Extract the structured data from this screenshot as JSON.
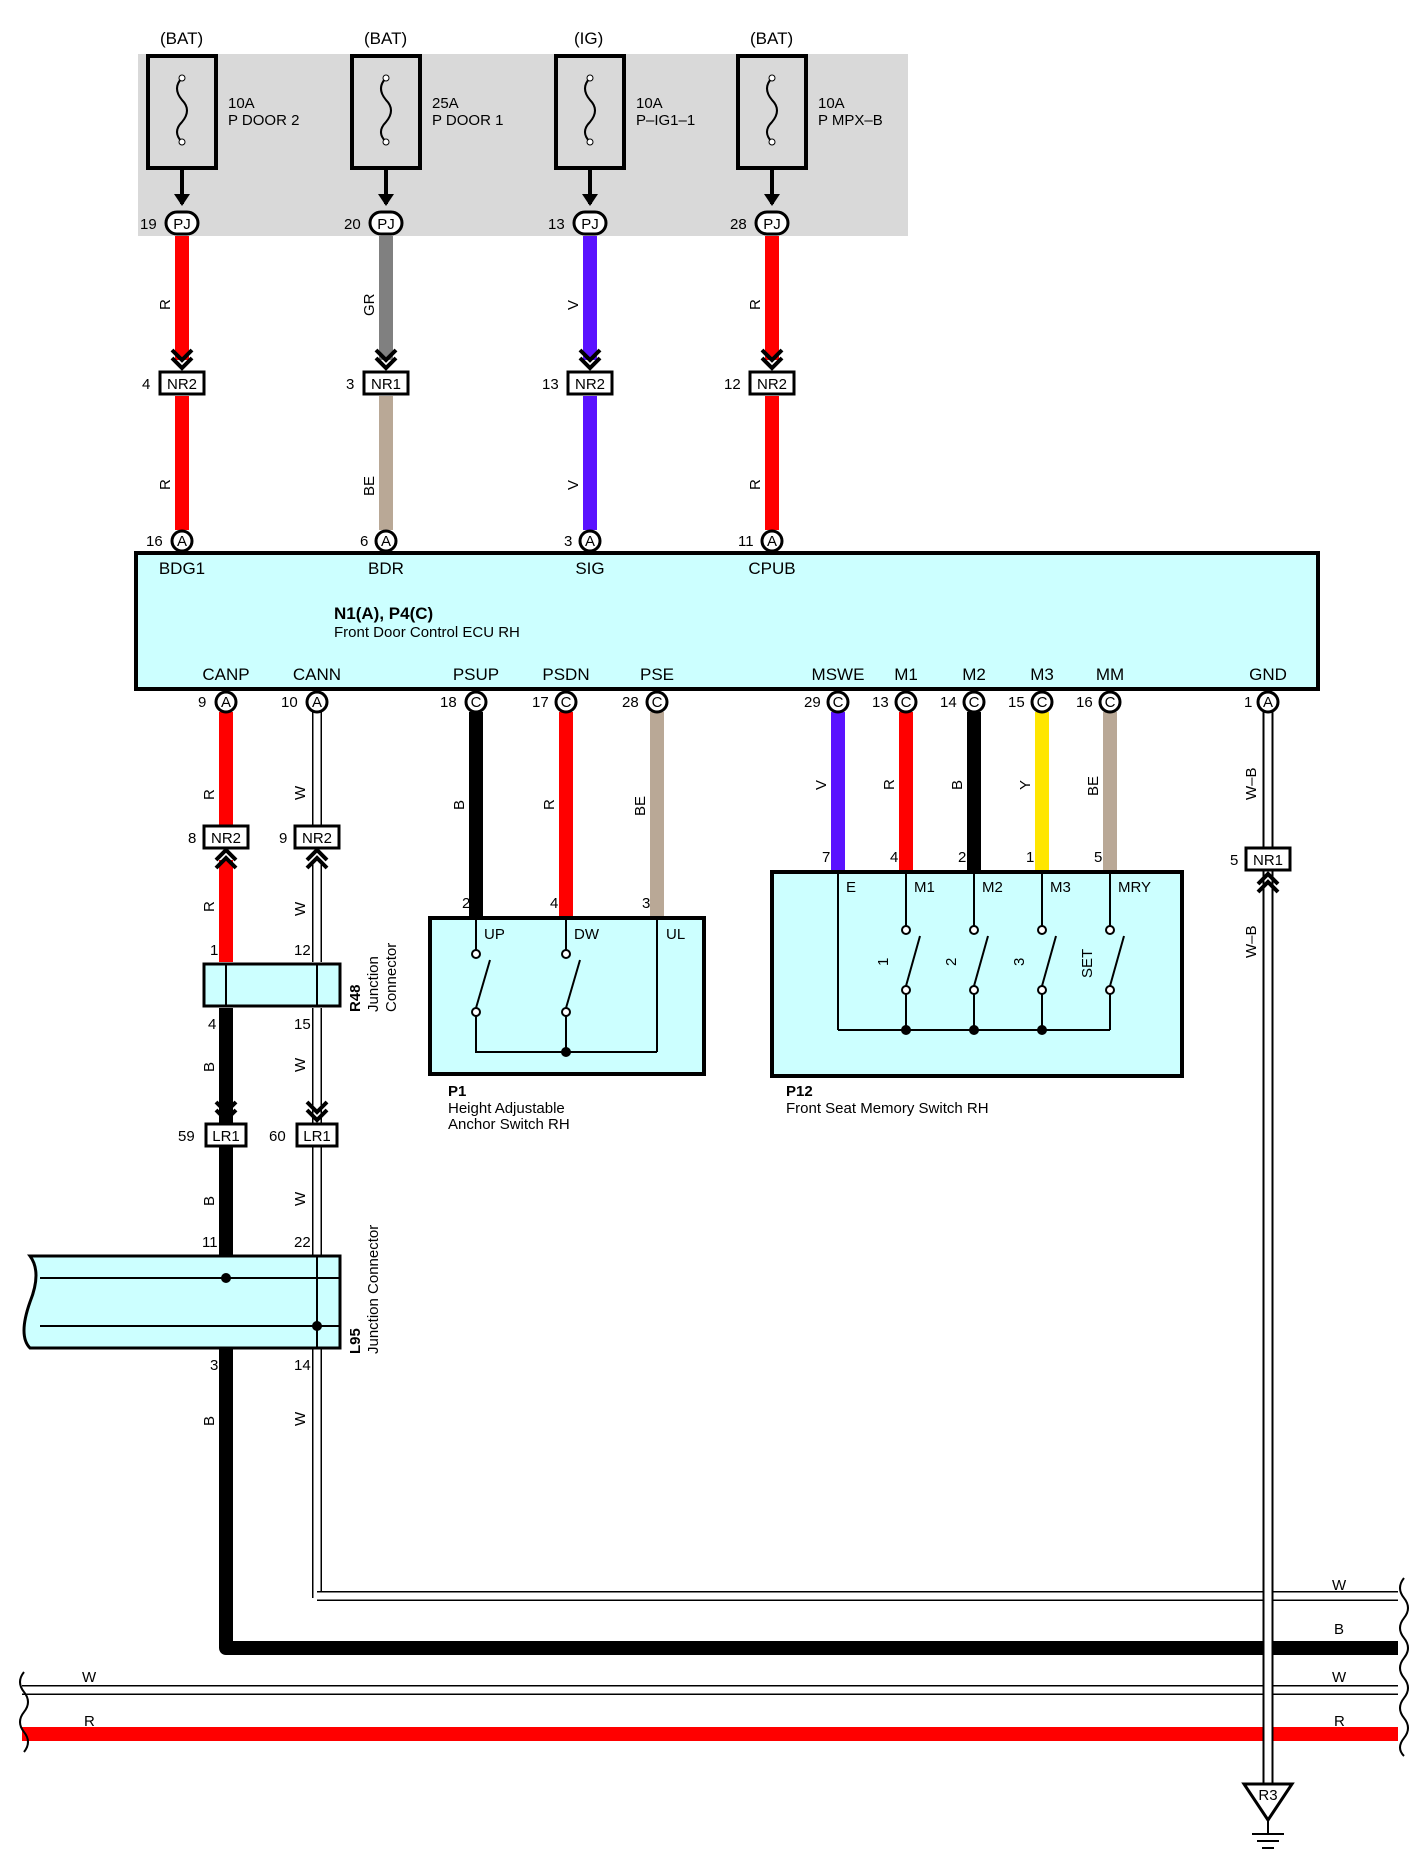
{
  "fuses": [
    {
      "supply": "(BAT)",
      "rating": "10A",
      "name": "P DOOR 2",
      "pin": "19",
      "connector": "PJ"
    },
    {
      "supply": "(BAT)",
      "rating": "25A",
      "name": "P DOOR 1",
      "pin": "20",
      "connector": "PJ"
    },
    {
      "supply": "(IG)",
      "rating": "10A",
      "name": "P–IG1–1",
      "pin": "13",
      "connector": "PJ"
    },
    {
      "supply": "(BAT)",
      "rating": "10A",
      "name": "P MPX–B",
      "pin": "28",
      "connector": "PJ"
    }
  ],
  "top_wires": [
    {
      "upper_color": "R",
      "nr_pin": "4",
      "nr": "NR2",
      "lower_color": "R",
      "ecu_pin": "16",
      "ecu_conn": "A",
      "terminal": "BDG1"
    },
    {
      "upper_color": "GR",
      "nr_pin": "3",
      "nr": "NR1",
      "lower_color": "BE",
      "ecu_pin": "6",
      "ecu_conn": "A",
      "terminal": "BDR"
    },
    {
      "upper_color": "V",
      "nr_pin": "13",
      "nr": "NR2",
      "lower_color": "V",
      "ecu_pin": "3",
      "ecu_conn": "A",
      "terminal": "SIG"
    },
    {
      "upper_color": "R",
      "nr_pin": "12",
      "nr": "NR2",
      "lower_color": "R",
      "ecu_pin": "11",
      "ecu_conn": "A",
      "terminal": "CPUB"
    }
  ],
  "ecu": {
    "id": "N1(A), P4(C)",
    "name": "Front Door Control ECU RH"
  },
  "bottom_terminals": [
    {
      "label": "CANP",
      "pin": "9",
      "conn": "A",
      "wire": "R"
    },
    {
      "label": "CANN",
      "pin": "10",
      "conn": "A",
      "wire": "W"
    },
    {
      "label": "PSUP",
      "pin": "18",
      "conn": "C",
      "wire": "B"
    },
    {
      "label": "PSDN",
      "pin": "17",
      "conn": "C",
      "wire": "R"
    },
    {
      "label": "PSE",
      "pin": "28",
      "conn": "C",
      "wire": "BE"
    },
    {
      "label": "MSWE",
      "pin": "29",
      "conn": "C",
      "wire": "V"
    },
    {
      "label": "M1",
      "pin": "13",
      "conn": "C",
      "wire": "R"
    },
    {
      "label": "M2",
      "pin": "14",
      "conn": "C",
      "wire": "B"
    },
    {
      "label": "M3",
      "pin": "15",
      "conn": "C",
      "wire": "Y"
    },
    {
      "label": "MM",
      "pin": "16",
      "conn": "C",
      "wire": "BE"
    },
    {
      "label": "GND",
      "pin": "1",
      "conn": "A",
      "wire": "W–B"
    }
  ],
  "can_path": {
    "nr_left": {
      "pin": "8",
      "name": "NR2",
      "wire_below": "R"
    },
    "nr_right": {
      "pin": "9",
      "name": "NR2",
      "wire_below": "W"
    },
    "r48": {
      "id": "R48",
      "name1": "Junction",
      "name2": "Connector",
      "pin_tl": "1",
      "pin_tr": "12",
      "pin_bl": "4",
      "pin_br": "15"
    },
    "r48_out": {
      "left": "B",
      "right": "W"
    },
    "lr_left": {
      "pin": "59",
      "name": "LR1",
      "wire_below": "B"
    },
    "lr_right": {
      "pin": "60",
      "name": "LR1",
      "wire_below": "W"
    },
    "l95": {
      "id": "L95",
      "name": "Junction Connector",
      "pin_tl": "11",
      "pin_tr": "22",
      "pin_bl": "3",
      "pin_br": "14"
    },
    "l95_out": {
      "left": "B",
      "right": "W"
    }
  },
  "p1": {
    "id": "P1",
    "name1": "Height Adjustable",
    "name2": "Anchor Switch RH",
    "pins": [
      "2",
      "4",
      "3"
    ],
    "terms": [
      "UP",
      "DW",
      "UL"
    ]
  },
  "p12": {
    "id": "P12",
    "name": "Front Seat Memory Switch RH",
    "pins": [
      "7",
      "4",
      "2",
      "1",
      "5"
    ],
    "terms": [
      "E",
      "M1",
      "M2",
      "M3",
      "MRY"
    ],
    "switches": [
      "1",
      "2",
      "3",
      "SET"
    ]
  },
  "ground": {
    "nr_pin": "5",
    "nr": "NR1",
    "wire_above": "W–B",
    "wire_below": "W–B",
    "ground_point": "R3"
  },
  "bus_labels": {
    "right_w1": "W",
    "right_b": "B",
    "right_w2": "W",
    "right_r": "R",
    "left_w": "W",
    "left_r": "R"
  },
  "colors": {
    "R": "#ff0000",
    "GR": "#808080",
    "V": "#5a12ff",
    "BE": "#b9a896",
    "B": "#000000",
    "Y": "#ffe600",
    "W": "#ffffff",
    "panel": "#ccffff",
    "fuse_bg": "#d9d9d9"
  }
}
